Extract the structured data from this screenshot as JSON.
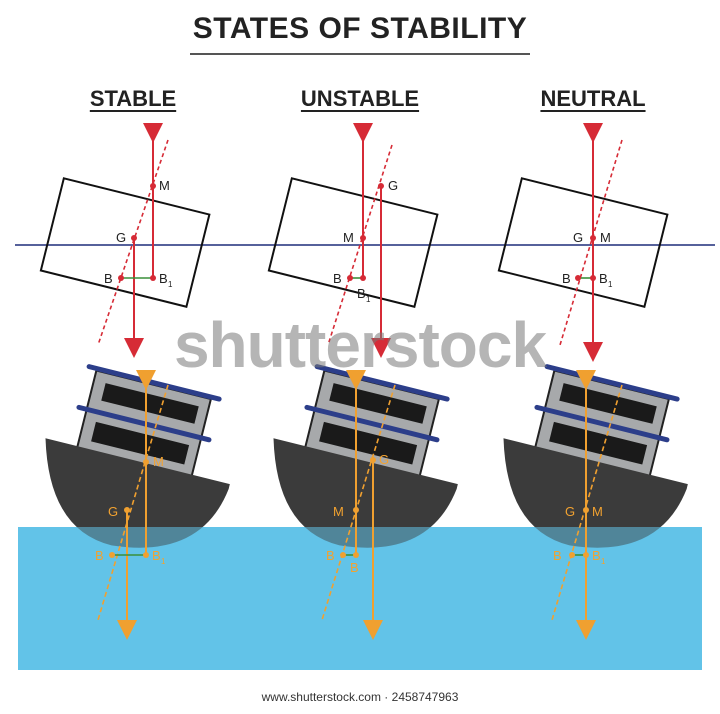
{
  "title": "STATES OF STABILITY",
  "columns": [
    {
      "heading": "STABLE",
      "points": {
        "m": "M",
        "g": "G",
        "b": "B",
        "b1": "B"
      }
    },
    {
      "heading": "UNSTABLE",
      "points": {
        "m": "M",
        "g": "G",
        "b": "B",
        "b1": "B"
      }
    },
    {
      "heading": "NEUTRAL",
      "points": {
        "m": "M",
        "g": "G",
        "b": "B",
        "b1": "B"
      }
    }
  ],
  "subscript": "1",
  "watermark": "shutterstock",
  "footer": "www.shutterstock.com · 2458747963",
  "colors": {
    "waterline": "#1f2d7a",
    "force": "#d62b36",
    "orange": "#f0a030",
    "sea": "#62c3e8",
    "hull": "#3b3b3b",
    "cabin": "#a7a9ab",
    "deck": "#2c3e8a",
    "window": "#1a1a1a",
    "green": "#3a8f3a"
  }
}
